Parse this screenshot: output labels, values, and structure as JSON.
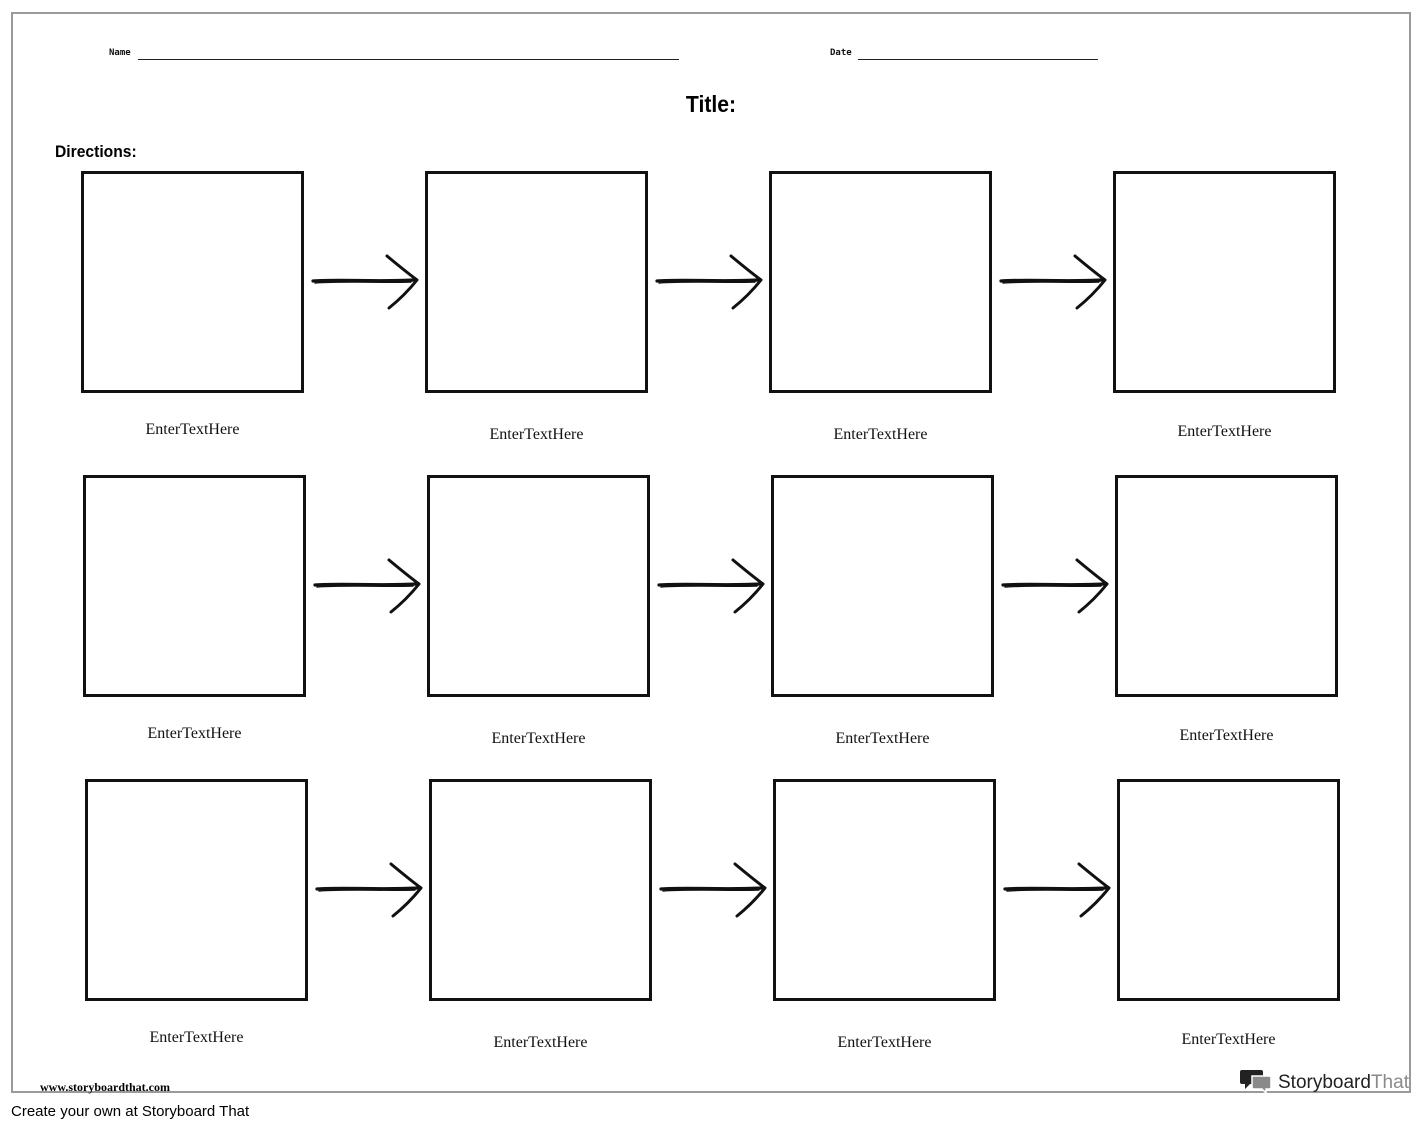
{
  "header": {
    "name_label": "Name",
    "date_label": "Date",
    "title": "Title:",
    "directions": "Directions:"
  },
  "grid": {
    "captions": [
      [
        "EnterTextHere",
        "EnterTextHere",
        "EnterTextHere",
        "EnterTextHere"
      ],
      [
        "EnterTextHere",
        "EnterTextHere",
        "EnterTextHere",
        "EnterTextHere"
      ],
      [
        "EnterTextHere",
        "EnterTextHere",
        "EnterTextHere",
        "EnterTextHere"
      ]
    ]
  },
  "footer": {
    "website": "www.storyboardthat.com",
    "logo_part1": "Storyboard",
    "logo_part2": "That",
    "create_text": "Create your own at Storyboard That"
  },
  "icons": {
    "logo": "storyboardthat-logo-icon",
    "arrow": "right-arrow-icon"
  }
}
